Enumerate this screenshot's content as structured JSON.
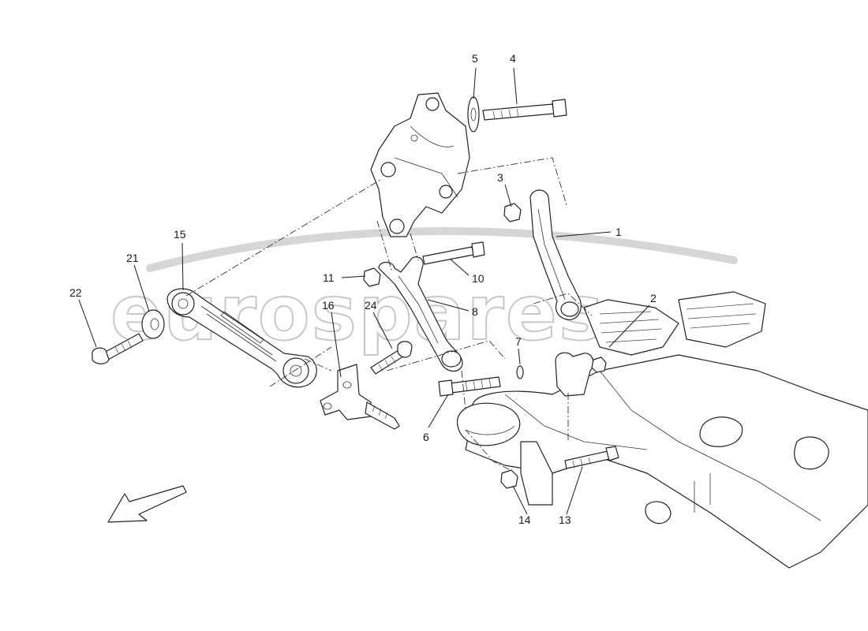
{
  "watermark": {
    "text": "eurospares"
  },
  "callouts": [
    {
      "id": "1",
      "label": "1"
    },
    {
      "id": "2",
      "label": "2"
    },
    {
      "id": "3",
      "label": "3"
    },
    {
      "id": "4",
      "label": "4"
    },
    {
      "id": "5",
      "label": "5"
    },
    {
      "id": "6",
      "label": "6"
    },
    {
      "id": "7",
      "label": "7"
    },
    {
      "id": "8",
      "label": "8"
    },
    {
      "id": "10",
      "label": "10"
    },
    {
      "id": "11",
      "label": "11"
    },
    {
      "id": "13",
      "label": "13"
    },
    {
      "id": "14",
      "label": "14"
    },
    {
      "id": "15",
      "label": "15"
    },
    {
      "id": "16",
      "label": "16"
    },
    {
      "id": "21",
      "label": "21"
    },
    {
      "id": "22",
      "label": "22"
    },
    {
      "id": "24",
      "label": "24"
    }
  ],
  "icons": {
    "direction_arrow": "arrow-down-left-icon"
  }
}
